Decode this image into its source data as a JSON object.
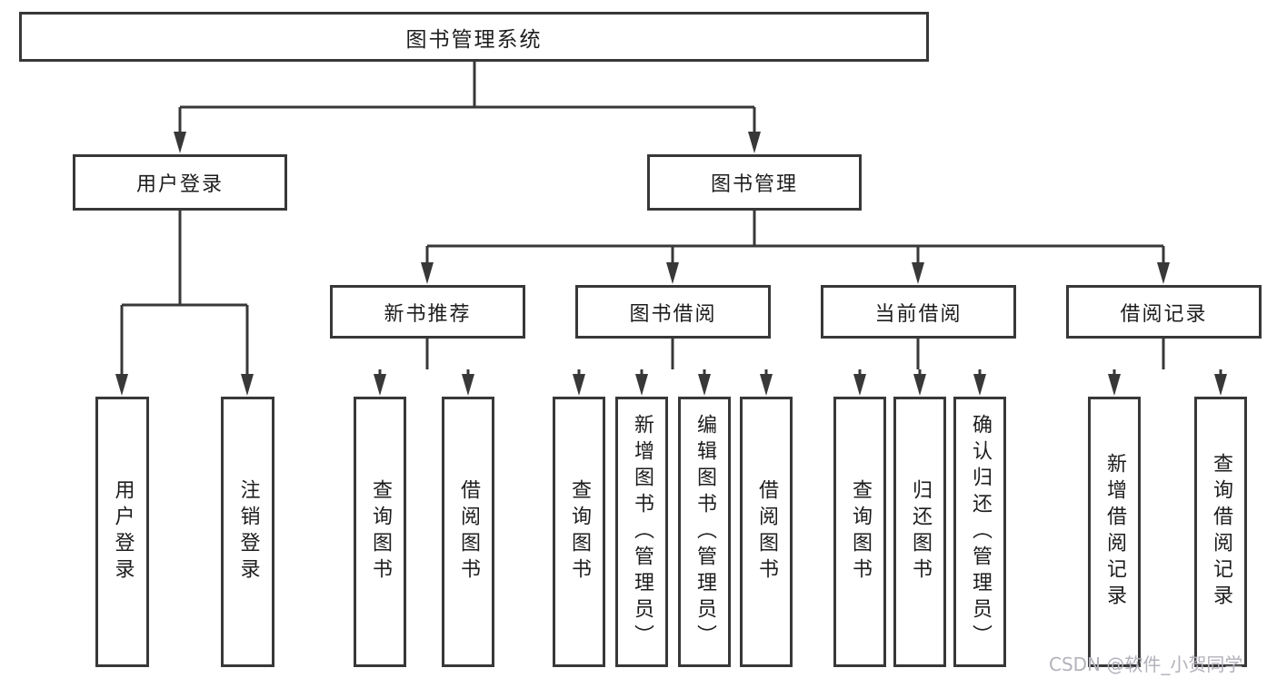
{
  "colors": {
    "line": "#383838",
    "box_border": "#383838",
    "box_background": "#ffffff",
    "text": "#1d1d1d",
    "watermark": "#b2b2bb"
  },
  "root": {
    "label": "图书管理系统"
  },
  "level2": [
    {
      "label": "用户登录"
    },
    {
      "label": "图书管理"
    }
  ],
  "level3": [
    {
      "label": "新书推荐",
      "parent": "图书管理"
    },
    {
      "label": "图书借阅",
      "parent": "图书管理"
    },
    {
      "label": "当前借阅",
      "parent": "图书管理"
    },
    {
      "label": "借阅记录",
      "parent": "图书管理"
    }
  ],
  "leaves": [
    {
      "label": "用户登录",
      "parent": "用户登录"
    },
    {
      "label": "注销登录",
      "parent": "用户登录"
    },
    {
      "label": "查询图书",
      "parent": "新书推荐"
    },
    {
      "label": "借阅图书",
      "parent": "新书推荐"
    },
    {
      "label": "查询图书",
      "parent": "图书借阅"
    },
    {
      "label": "新增图书（管理员）",
      "parent": "图书借阅"
    },
    {
      "label": "编辑图书（管理员）",
      "parent": "图书借阅"
    },
    {
      "label": "借阅图书",
      "parent": "图书借阅"
    },
    {
      "label": "查询图书",
      "parent": "当前借阅"
    },
    {
      "label": "归还图书",
      "parent": "当前借阅"
    },
    {
      "label": "确认归还（管理员）",
      "parent": "当前借阅"
    },
    {
      "label": "新增借阅记录",
      "parent": "借阅记录"
    },
    {
      "label": "查询借阅记录",
      "parent": "借阅记录"
    }
  ],
  "watermark": {
    "text": "CSDN @软件_小贺同学"
  }
}
